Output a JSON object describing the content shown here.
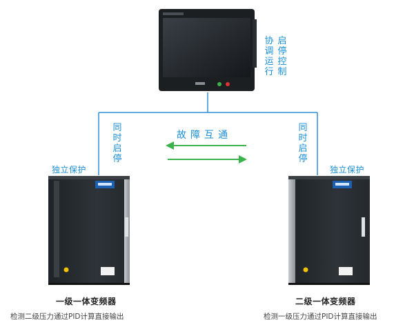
{
  "hmi": {
    "label_col1": "协调运行",
    "label_col2": "启停控制"
  },
  "links": {
    "left_vertical": "同时启停",
    "right_vertical": "同时启停",
    "fault_label": "故障互通"
  },
  "left_unit": {
    "protect_label": "独立保护",
    "title": "一级一体变频器",
    "subtitle": "检测二级压力通过PID计算直接输出"
  },
  "right_unit": {
    "protect_label": "独立保护",
    "title": "二级一体变频器",
    "subtitle": "检测一级压力通过PID计算直接输出"
  },
  "colors": {
    "line_blue": "#2a8fd8",
    "arrow_green": "#3bb34a",
    "text_blue": "#1a8fd6",
    "cabinet_dark": "#2b2f33"
  }
}
